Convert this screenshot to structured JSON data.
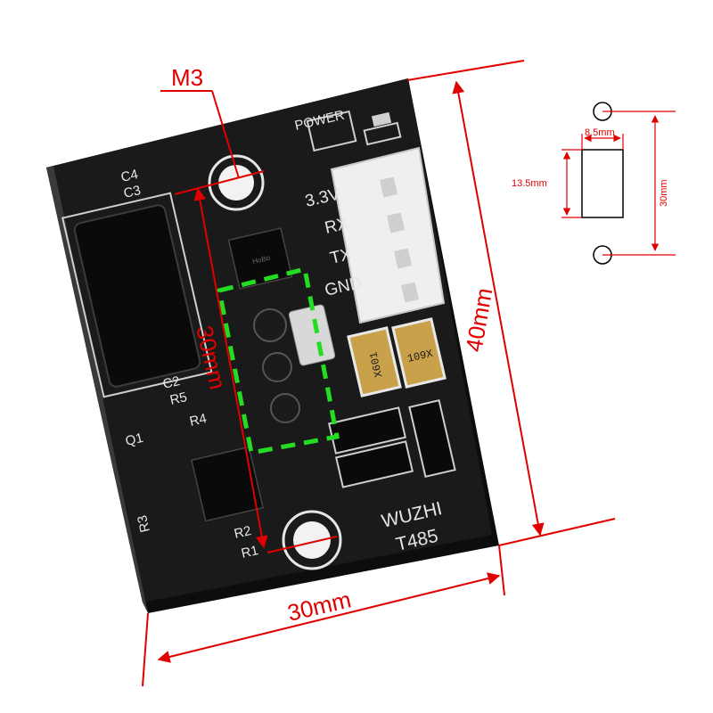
{
  "annotations": {
    "mount_hole": "M3",
    "width": "30mm",
    "height": "40mm",
    "hole_spacing": "30mm"
  },
  "board_silkscreen": {
    "power": "POWER",
    "v33": "3.3V",
    "rx": "RX",
    "tx": "TX",
    "gnd": "GND",
    "c4": "C4",
    "c3": "C3",
    "c2": "C2",
    "r5": "R5",
    "r4": "R4",
    "q1": "Q1",
    "r3": "R3",
    "r2": "R2",
    "r1": "R1",
    "brand": "WUZHI",
    "model": "T485",
    "fuse1": "X601",
    "fuse2": "109X",
    "chip_mark": "HoBo"
  },
  "diagram": {
    "top_width": "8.5mm",
    "left_height": "13.5mm",
    "right_height": "30mm"
  },
  "colors": {
    "pcb": "#141414",
    "silkscreen": "#e6e6e6",
    "dimension": "#e00000",
    "highlight": "#22dd22"
  }
}
